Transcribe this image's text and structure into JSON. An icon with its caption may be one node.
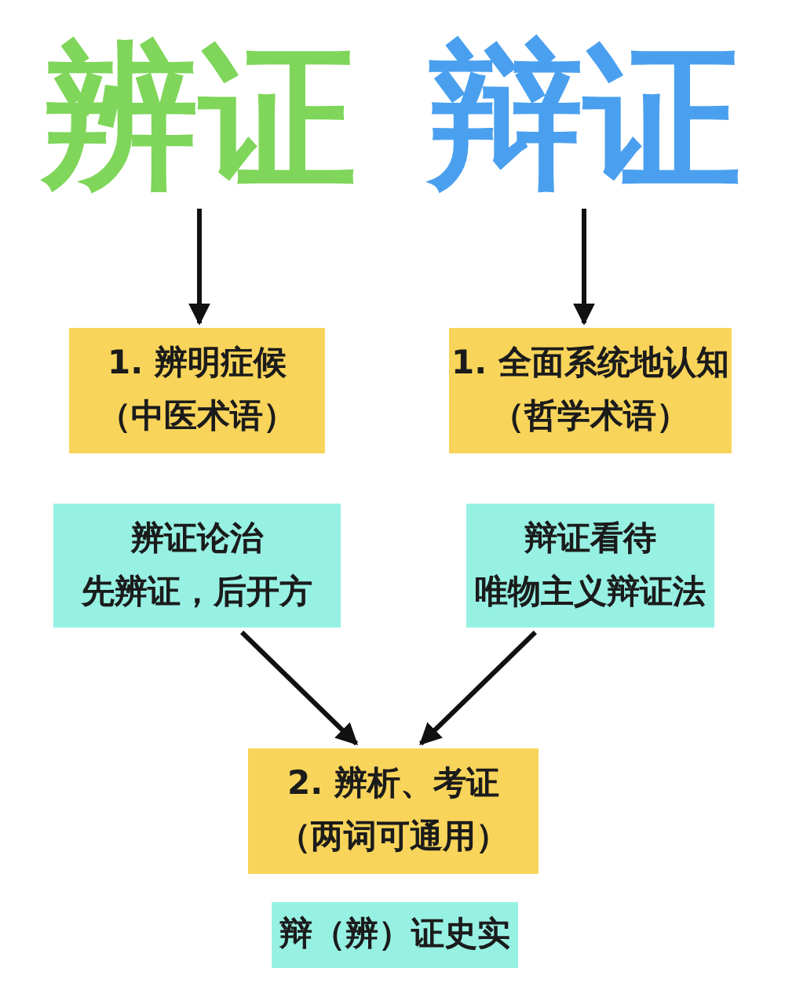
{
  "diagram": {
    "nodes": [
      {
        "text": [
          "辨证"
        ]
      },
      {
        "text": [
          "辩证"
        ]
      },
      {
        "text": [
          "1. 辨明症候",
          "（中医术语）"
        ]
      },
      {
        "text": [
          "1. 全面系统地认知",
          "（哲学术语）"
        ]
      },
      {
        "text": [
          "辨证论治",
          "先辨证，后开方"
        ]
      },
      {
        "text": [
          "辩证看待",
          "唯物主义辩证法"
        ]
      },
      {
        "text": [
          "2. 辨析、考证",
          "（两词可通用）"
        ]
      },
      {
        "text": [
          "辩（辨）证史实"
        ]
      }
    ],
    "edges": [
      {
        "from": 0,
        "to": 2,
        "arrow": "to"
      },
      {
        "from": 1,
        "to": 3,
        "arrow": "to"
      },
      {
        "from": 4,
        "to": 6,
        "arrow": "to"
      },
      {
        "from": 5,
        "to": 6,
        "arrow": "to"
      }
    ]
  }
}
